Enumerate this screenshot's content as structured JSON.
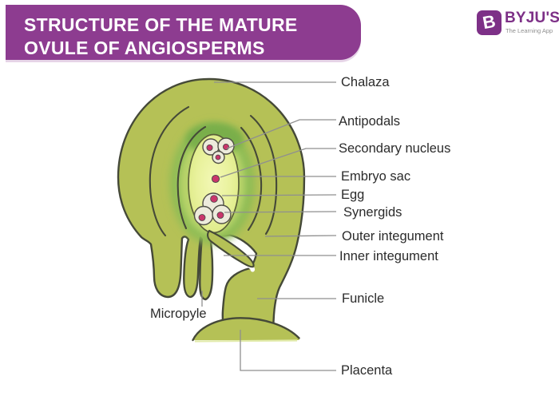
{
  "header": {
    "title_line1": "STRUCTURE OF THE MATURE",
    "title_line2": "OVULE OF ANGIOSPERMS",
    "banner_color": "#8d3c90",
    "text_color": "#ffffff"
  },
  "logo": {
    "icon_letter": "B",
    "brand": "BYJU'S",
    "tagline": "The Learning App",
    "brand_color": "#7d3087",
    "tagline_color": "#8f8f8f"
  },
  "diagram": {
    "labels": {
      "chalaza": "Chalaza",
      "antipodals": "Antipodals",
      "secondary_nucleus": "Secondary nucleus",
      "embryo_sac": "Embryo sac",
      "egg": "Egg",
      "synergids": "Synergids",
      "outer_integument": "Outer integument",
      "inner_integument": "Inner integument",
      "micropyle": "Micropyle",
      "funicle": "Funicle",
      "placenta": "Placenta"
    },
    "colors": {
      "ovule_body": "#b5c156",
      "outline": "#454938",
      "nucellus_green": "#8ebc54",
      "nucellus_dark_top": "#77ad48",
      "embryo_sac_fill": "#e9f29d",
      "cell_cream": "#edebdc",
      "nucleus_pink": "#c9366b",
      "pointer_line": "#8f8f8f",
      "label_text": "#2b2b2b"
    }
  }
}
